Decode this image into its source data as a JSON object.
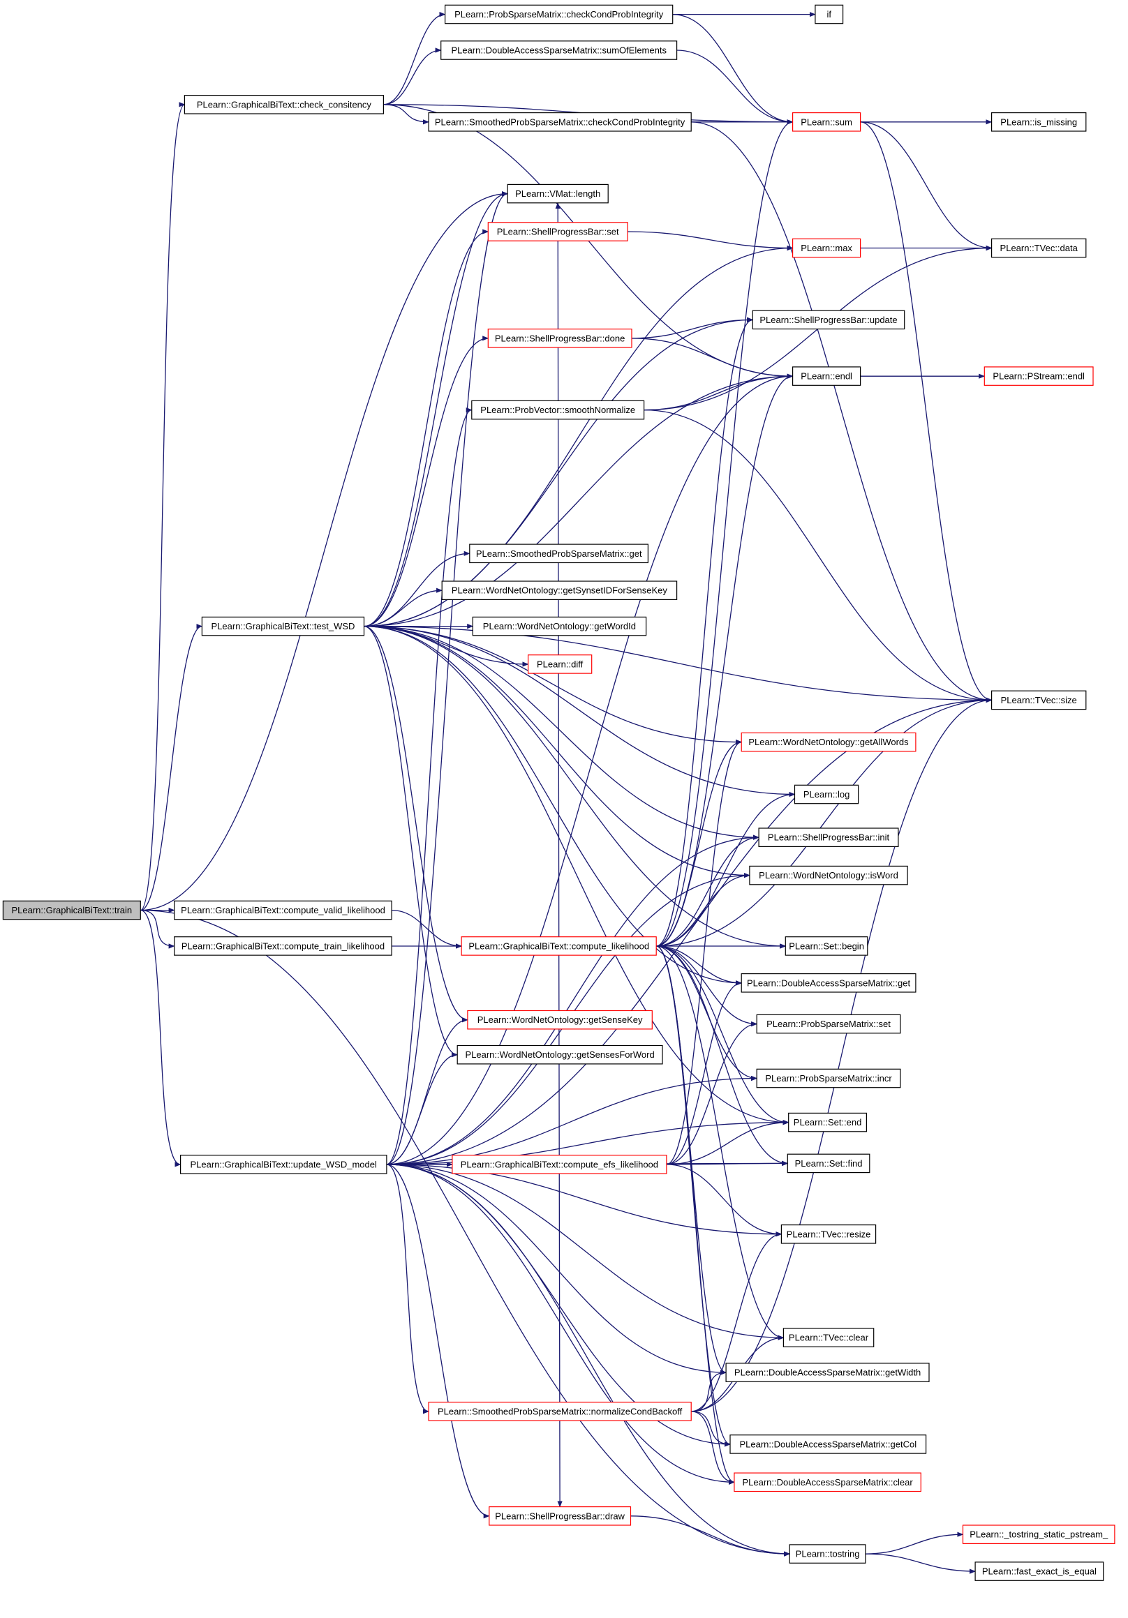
{
  "nodes": [
    {
      "id": "train",
      "label": "PLearn::GraphicalBiText::train",
      "style": "root"
    },
    {
      "id": "check_consitency",
      "label": "PLearn::GraphicalBiText::check_consitency",
      "style": "normal"
    },
    {
      "id": "test_WSD",
      "label": "PLearn::GraphicalBiText::test_WSD",
      "style": "normal"
    },
    {
      "id": "compute_valid_likelihood",
      "label": "PLearn::GraphicalBiText::compute_valid_likelihood",
      "style": "normal"
    },
    {
      "id": "compute_train_likelihood",
      "label": "PLearn::GraphicalBiText::compute_train_likelihood",
      "style": "normal"
    },
    {
      "id": "update_WSD_model",
      "label": "PLearn::GraphicalBiText::update_WSD_model",
      "style": "normal"
    },
    {
      "id": "checkCondProbIntegrity",
      "label": "PLearn::ProbSparseMatrix::checkCondProbIntegrity",
      "style": "normal"
    },
    {
      "id": "sumOfElements",
      "label": "PLearn::DoubleAccessSparseMatrix::sumOfElements",
      "style": "normal"
    },
    {
      "id": "smoothedCheckCond",
      "label": "PLearn::SmoothedProbSparseMatrix::checkCondProbIntegrity",
      "style": "normal"
    },
    {
      "id": "vmat_length",
      "label": "PLearn::VMat::length",
      "style": "normal"
    },
    {
      "id": "spb_set",
      "label": "PLearn::ShellProgressBar::set",
      "style": "red"
    },
    {
      "id": "spb_done",
      "label": "PLearn::ShellProgressBar::done",
      "style": "red"
    },
    {
      "id": "smoothNormalize",
      "label": "PLearn::ProbVector::smoothNormalize",
      "style": "normal"
    },
    {
      "id": "sps_get",
      "label": "PLearn::SmoothedProbSparseMatrix::get",
      "style": "normal"
    },
    {
      "id": "getSynsetID",
      "label": "PLearn::WordNetOntology::getSynsetIDForSenseKey",
      "style": "normal"
    },
    {
      "id": "getWordId",
      "label": "PLearn::WordNetOntology::getWordId",
      "style": "normal"
    },
    {
      "id": "diff",
      "label": "PLearn::diff",
      "style": "red"
    },
    {
      "id": "compute_likelihood",
      "label": "PLearn::GraphicalBiText::compute_likelihood",
      "style": "red"
    },
    {
      "id": "getSenseKey",
      "label": "PLearn::WordNetOntology::getSenseKey",
      "style": "red"
    },
    {
      "id": "getSensesForWord",
      "label": "PLearn::WordNetOntology::getSensesForWord",
      "style": "normal"
    },
    {
      "id": "compute_efs_likelihood",
      "label": "PLearn::GraphicalBiText::compute_efs_likelihood",
      "style": "red"
    },
    {
      "id": "normalizeCondBackoff",
      "label": "PLearn::SmoothedProbSparseMatrix::normalizeCondBackoff",
      "style": "red"
    },
    {
      "id": "spb_draw",
      "label": "PLearn::ShellProgressBar::draw",
      "style": "red"
    },
    {
      "id": "if",
      "label": "if",
      "style": "normal"
    },
    {
      "id": "sum",
      "label": "PLearn::sum",
      "style": "red"
    },
    {
      "id": "max",
      "label": "PLearn::max",
      "style": "red"
    },
    {
      "id": "spb_update",
      "label": "PLearn::ShellProgressBar::update",
      "style": "normal"
    },
    {
      "id": "endl",
      "label": "PLearn::endl",
      "style": "normal"
    },
    {
      "id": "getAllWords",
      "label": "PLearn::WordNetOntology::getAllWords",
      "style": "red"
    },
    {
      "id": "log",
      "label": "PLearn::log",
      "style": "normal"
    },
    {
      "id": "spb_init",
      "label": "PLearn::ShellProgressBar::init",
      "style": "normal"
    },
    {
      "id": "isWord",
      "label": "PLearn::WordNetOntology::isWord",
      "style": "normal"
    },
    {
      "id": "set_begin",
      "label": "PLearn::Set::begin",
      "style": "normal"
    },
    {
      "id": "dasm_get",
      "label": "PLearn::DoubleAccessSparseMatrix::get",
      "style": "normal"
    },
    {
      "id": "psm_set",
      "label": "PLearn::ProbSparseMatrix::set",
      "style": "normal"
    },
    {
      "id": "psm_incr",
      "label": "PLearn::ProbSparseMatrix::incr",
      "style": "normal"
    },
    {
      "id": "set_end",
      "label": "PLearn::Set::end",
      "style": "normal"
    },
    {
      "id": "set_find",
      "label": "PLearn::Set::find",
      "style": "normal"
    },
    {
      "id": "tvec_resize",
      "label": "PLearn::TVec::resize",
      "style": "normal"
    },
    {
      "id": "tvec_clear",
      "label": "PLearn::TVec::clear",
      "style": "normal"
    },
    {
      "id": "dasm_getWidth",
      "label": "PLearn::DoubleAccessSparseMatrix::getWidth",
      "style": "normal"
    },
    {
      "id": "dasm_getCol",
      "label": "PLearn::DoubleAccessSparseMatrix::getCol",
      "style": "normal"
    },
    {
      "id": "dasm_clear",
      "label": "PLearn::DoubleAccessSparseMatrix::clear",
      "style": "red"
    },
    {
      "id": "tostring",
      "label": "PLearn::tostring",
      "style": "normal"
    },
    {
      "id": "is_missing",
      "label": "PLearn::is_missing",
      "style": "normal"
    },
    {
      "id": "tvec_data",
      "label": "PLearn::TVec::data",
      "style": "normal"
    },
    {
      "id": "pstream_endl",
      "label": "PLearn::PStream::endl",
      "style": "red"
    },
    {
      "id": "tvec_size",
      "label": "PLearn::TVec::size",
      "style": "normal"
    },
    {
      "id": "tostring_static",
      "label": "PLearn::_tostring_static_pstream_",
      "style": "red"
    },
    {
      "id": "fast_exact",
      "label": "PLearn::fast_exact_is_equal",
      "style": "normal"
    }
  ],
  "edges": [
    [
      "train",
      "check_consitency"
    ],
    [
      "train",
      "test_WSD"
    ],
    [
      "train",
      "compute_valid_likelihood"
    ],
    [
      "train",
      "compute_train_likelihood"
    ],
    [
      "train",
      "update_WSD_model"
    ],
    [
      "train",
      "vmat_length"
    ],
    [
      "train",
      "tostring"
    ],
    [
      "check_consitency",
      "checkCondProbIntegrity"
    ],
    [
      "check_consitency",
      "sumOfElements"
    ],
    [
      "check_consitency",
      "smoothedCheckCond"
    ],
    [
      "check_consitency",
      "sum"
    ],
    [
      "check_consitency",
      "endl"
    ],
    [
      "checkCondProbIntegrity",
      "if"
    ],
    [
      "checkCondProbIntegrity",
      "sum"
    ],
    [
      "sumOfElements",
      "sum"
    ],
    [
      "smoothedCheckCond",
      "sum"
    ],
    [
      "smoothedCheckCond",
      "tvec_size"
    ],
    [
      "sum",
      "is_missing"
    ],
    [
      "sum",
      "tvec_data"
    ],
    [
      "sum",
      "tvec_size"
    ],
    [
      "spb_set",
      "max"
    ],
    [
      "max",
      "tvec_data"
    ],
    [
      "spb_done",
      "spb_update"
    ],
    [
      "spb_done",
      "endl"
    ],
    [
      "endl",
      "pstream_endl"
    ],
    [
      "smoothNormalize",
      "endl"
    ],
    [
      "smoothNormalize",
      "tvec_data"
    ],
    [
      "smoothNormalize",
      "tvec_size"
    ],
    [
      "test_WSD",
      "vmat_length"
    ],
    [
      "test_WSD",
      "spb_set"
    ],
    [
      "test_WSD",
      "max"
    ],
    [
      "test_WSD",
      "spb_update"
    ],
    [
      "test_WSD",
      "spb_done"
    ],
    [
      "test_WSD",
      "endl"
    ],
    [
      "test_WSD",
      "log"
    ],
    [
      "test_WSD",
      "getAllWords"
    ],
    [
      "test_WSD",
      "sps_get"
    ],
    [
      "test_WSD",
      "getSynsetID"
    ],
    [
      "test_WSD",
      "getWordId"
    ],
    [
      "test_WSD",
      "diff"
    ],
    [
      "test_WSD",
      "tvec_size"
    ],
    [
      "test_WSD",
      "spb_init"
    ],
    [
      "test_WSD",
      "set_begin"
    ],
    [
      "test_WSD",
      "isWord"
    ],
    [
      "test_WSD",
      "getSenseKey"
    ],
    [
      "test_WSD",
      "getSensesForWord"
    ],
    [
      "test_WSD",
      "dasm_get"
    ],
    [
      "test_WSD",
      "set_end"
    ],
    [
      "compute_valid_likelihood",
      "compute_likelihood"
    ],
    [
      "compute_train_likelihood",
      "compute_likelihood"
    ],
    [
      "compute_likelihood",
      "sum"
    ],
    [
      "compute_likelihood",
      "endl"
    ],
    [
      "compute_likelihood",
      "getAllWords"
    ],
    [
      "compute_likelihood",
      "spb_init"
    ],
    [
      "compute_likelihood",
      "isWord"
    ],
    [
      "compute_likelihood",
      "tvec_size"
    ],
    [
      "compute_likelihood",
      "set_begin"
    ],
    [
      "compute_likelihood",
      "dasm_get"
    ],
    [
      "compute_likelihood",
      "set_end"
    ],
    [
      "compute_likelihood",
      "set_find"
    ],
    [
      "compute_likelihood",
      "tvec_clear"
    ],
    [
      "compute_likelihood",
      "dasm_getWidth"
    ],
    [
      "compute_likelihood",
      "dasm_getCol"
    ],
    [
      "compute_likelihood",
      "dasm_clear"
    ],
    [
      "compute_likelihood",
      "spb_update"
    ],
    [
      "compute_likelihood",
      "log"
    ],
    [
      "compute_likelihood",
      "psm_set"
    ],
    [
      "compute_likelihood",
      "psm_incr"
    ],
    [
      "compute_likelihood",
      "vmat_length"
    ],
    [
      "compute_likelihood",
      "spb_draw"
    ],
    [
      "update_WSD_model",
      "vmat_length"
    ],
    [
      "update_WSD_model",
      "spb_init"
    ],
    [
      "update_WSD_model",
      "isWord"
    ],
    [
      "update_WSD_model",
      "smoothNormalize"
    ],
    [
      "update_WSD_model",
      "getSenseKey"
    ],
    [
      "update_WSD_model",
      "getSensesForWord"
    ],
    [
      "update_WSD_model",
      "psm_incr"
    ],
    [
      "update_WSD_model",
      "compute_efs_likelihood"
    ],
    [
      "update_WSD_model",
      "set_find"
    ],
    [
      "update_WSD_model",
      "set_end"
    ],
    [
      "update_WSD_model",
      "tvec_resize"
    ],
    [
      "update_WSD_model",
      "tvec_size"
    ],
    [
      "update_WSD_model",
      "tvec_clear"
    ],
    [
      "update_WSD_model",
      "normalizeCondBackoff"
    ],
    [
      "update_WSD_model",
      "dasm_getWidth"
    ],
    [
      "update_WSD_model",
      "dasm_getCol"
    ],
    [
      "update_WSD_model",
      "dasm_clear"
    ],
    [
      "update_WSD_model",
      "spb_draw"
    ],
    [
      "update_WSD_model",
      "tostring"
    ],
    [
      "update_WSD_model",
      "endl"
    ],
    [
      "compute_efs_likelihood",
      "set_end"
    ],
    [
      "compute_efs_likelihood",
      "set_find"
    ],
    [
      "compute_efs_likelihood",
      "tvec_resize"
    ],
    [
      "compute_efs_likelihood",
      "dasm_get"
    ],
    [
      "compute_efs_likelihood",
      "psm_set"
    ],
    [
      "compute_efs_likelihood",
      "getAllWords"
    ],
    [
      "normalizeCondBackoff",
      "tvec_resize"
    ],
    [
      "normalizeCondBackoff",
      "tvec_clear"
    ],
    [
      "normalizeCondBackoff",
      "dasm_getWidth"
    ],
    [
      "normalizeCondBackoff",
      "dasm_getCol"
    ],
    [
      "normalizeCondBackoff",
      "dasm_clear"
    ],
    [
      "normalizeCondBackoff",
      "tvec_size"
    ],
    [
      "spb_draw",
      "tostring"
    ],
    [
      "tostring",
      "tostring_static"
    ],
    [
      "tostring",
      "fast_exact"
    ]
  ],
  "colors": {
    "edge": "#191970",
    "node_border": "#000000",
    "red_border": "#ff0000",
    "root_fill": "#bfbfbf",
    "node_fill": "#ffffff"
  }
}
